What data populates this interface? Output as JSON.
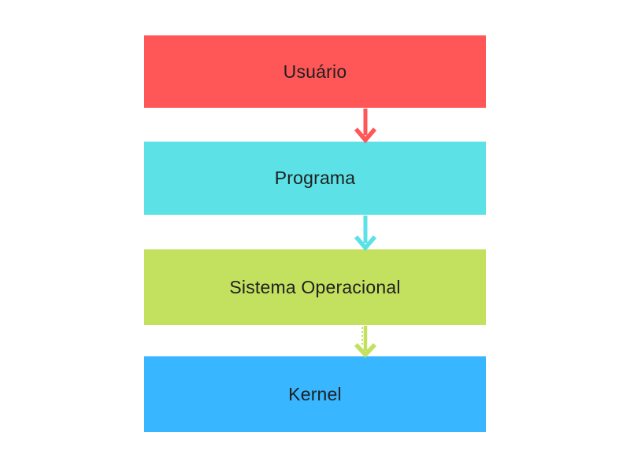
{
  "diagram": {
    "background_color": "#ffffff",
    "text_color": "#1f1f1f",
    "boxes": [
      {
        "id": "usuario",
        "label": "Usuário",
        "color": "#FF5757"
      },
      {
        "id": "programa",
        "label": "Programa",
        "color": "#5CE1E6"
      },
      {
        "id": "sistema",
        "label": "Sistema Operacional",
        "color": "#C4E05F"
      },
      {
        "id": "kernel",
        "label": "Kernel",
        "color": "#38B6FF"
      }
    ],
    "arrows": [
      {
        "from": "usuario",
        "to": "programa",
        "color": "#FF5757",
        "style": "solid",
        "direction": "down"
      },
      {
        "from": "programa",
        "to": "sistema",
        "color": "#5CE1E6",
        "style": "solid",
        "direction": "down"
      },
      {
        "from": "sistema",
        "to": "kernel",
        "color": "#C4E05F",
        "style": "dashed",
        "direction": "down"
      }
    ]
  }
}
